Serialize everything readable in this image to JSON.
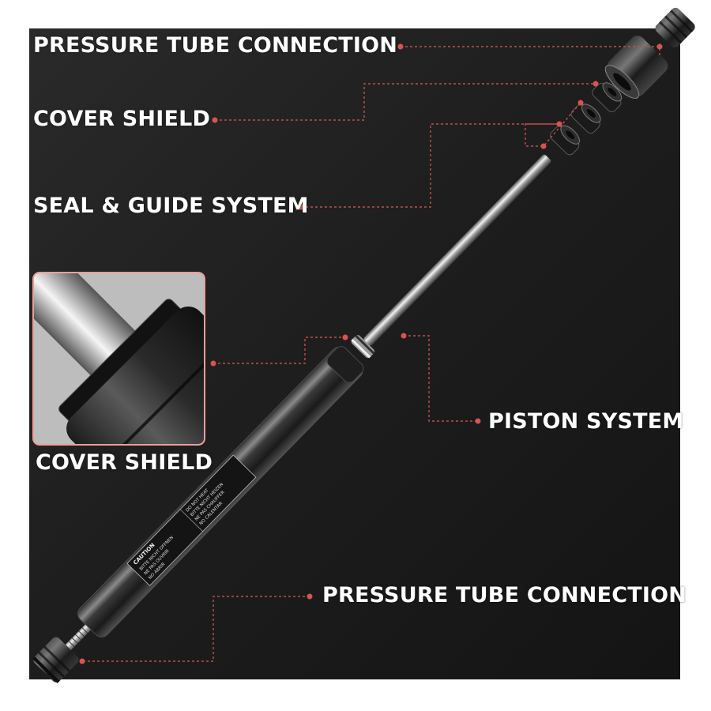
{
  "labels": {
    "pressure_tube_top": "PRESSURE TUBE CONNECTION",
    "cover_shield": "COVER SHIELD",
    "seal_guide": "SEAL & GUIDE SYSTEM",
    "cover_shield_inset": "COVER SHIELD",
    "piston_system": "PISTON SYSTEM",
    "pressure_tube_bottom": "PRESSURE TUBE CONNECTION"
  },
  "warning_label": {
    "caution": "CAUTION",
    "line_de_1": "BITTE NICHT OFFNEN",
    "line_fr_1": "NE PAS OUVRIR",
    "line_es_1": "NO ABRIR",
    "line_en_2": "DO NOT HEAT",
    "line_de_2": "BITTE NICHT HEIZEN",
    "line_fr_2": "NE PAS CHAUFFER",
    "line_es_2": "NO CALENTAR"
  },
  "colors": {
    "background": "#1b1b1b",
    "callout_line": "#c0504d",
    "callout_dot": "#d9534f",
    "label_text": "#ffffff",
    "inset_border": "#e6a09a"
  }
}
